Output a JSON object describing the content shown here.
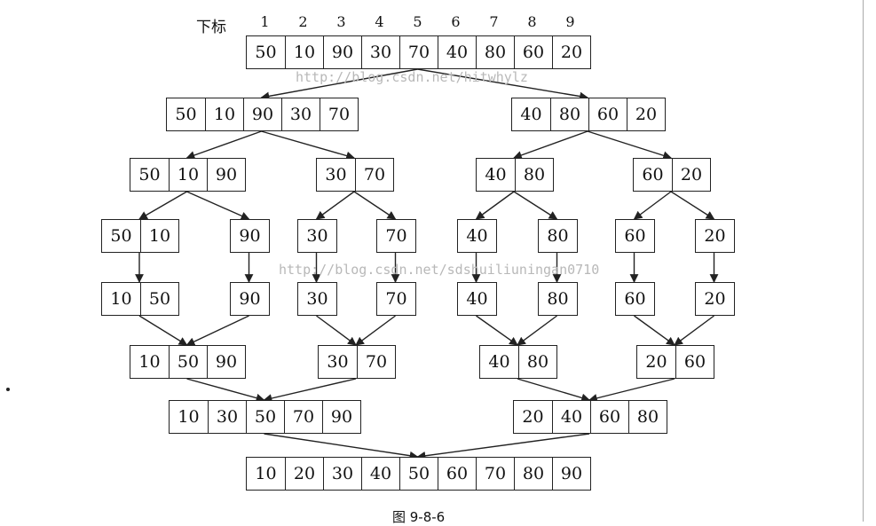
{
  "index_label": "下标",
  "indices": [
    "1",
    "2",
    "3",
    "4",
    "5",
    "6",
    "7",
    "8",
    "9"
  ],
  "watermarks": [
    "http://blog.csdn.net/hitwhylz",
    "http://blog.csdn.net/sdshuiliuningan0710"
  ],
  "caption": "图 9-8-6",
  "rows": [
    {
      "id": "r0",
      "values": [
        "50",
        "10",
        "90",
        "30",
        "70",
        "40",
        "80",
        "60",
        "20"
      ]
    },
    {
      "id": "r1a",
      "values": [
        "50",
        "10",
        "90",
        "30",
        "70"
      ]
    },
    {
      "id": "r1b",
      "values": [
        "40",
        "80",
        "60",
        "20"
      ]
    },
    {
      "id": "r2a",
      "values": [
        "50",
        "10",
        "90"
      ]
    },
    {
      "id": "r2b",
      "values": [
        "30",
        "70"
      ]
    },
    {
      "id": "r2c",
      "values": [
        "40",
        "80"
      ]
    },
    {
      "id": "r2d",
      "values": [
        "60",
        "20"
      ]
    },
    {
      "id": "r3a",
      "values": [
        "50",
        "10"
      ]
    },
    {
      "id": "r3b",
      "values": [
        "90"
      ]
    },
    {
      "id": "r3c",
      "values": [
        "30"
      ]
    },
    {
      "id": "r3d",
      "values": [
        "70"
      ]
    },
    {
      "id": "r3e",
      "values": [
        "40"
      ]
    },
    {
      "id": "r3f",
      "values": [
        "80"
      ]
    },
    {
      "id": "r3g",
      "values": [
        "60"
      ]
    },
    {
      "id": "r3h",
      "values": [
        "20"
      ]
    },
    {
      "id": "r4a",
      "values": [
        "10",
        "50"
      ]
    },
    {
      "id": "r4b",
      "values": [
        "90"
      ]
    },
    {
      "id": "r4c",
      "values": [
        "30"
      ]
    },
    {
      "id": "r4d",
      "values": [
        "70"
      ]
    },
    {
      "id": "r4e",
      "values": [
        "40"
      ]
    },
    {
      "id": "r4f",
      "values": [
        "80"
      ]
    },
    {
      "id": "r4g",
      "values": [
        "60"
      ]
    },
    {
      "id": "r4h",
      "values": [
        "20"
      ]
    },
    {
      "id": "r5a",
      "values": [
        "10",
        "50",
        "90"
      ]
    },
    {
      "id": "r5b",
      "values": [
        "30",
        "70"
      ]
    },
    {
      "id": "r5c",
      "values": [
        "40",
        "80"
      ]
    },
    {
      "id": "r5d",
      "values": [
        "20",
        "60"
      ]
    },
    {
      "id": "r6a",
      "values": [
        "10",
        "30",
        "50",
        "70",
        "90"
      ]
    },
    {
      "id": "r6b",
      "values": [
        "20",
        "40",
        "60",
        "80"
      ]
    },
    {
      "id": "r7",
      "values": [
        "10",
        "20",
        "30",
        "40",
        "50",
        "60",
        "70",
        "80",
        "90"
      ]
    }
  ],
  "edges": [
    [
      "r0",
      "r1a"
    ],
    [
      "r0",
      "r1b"
    ],
    [
      "r1a",
      "r2a"
    ],
    [
      "r1a",
      "r2b"
    ],
    [
      "r1b",
      "r2c"
    ],
    [
      "r1b",
      "r2d"
    ],
    [
      "r2a",
      "r3a"
    ],
    [
      "r2a",
      "r3b"
    ],
    [
      "r2b",
      "r3c"
    ],
    [
      "r2b",
      "r3d"
    ],
    [
      "r2c",
      "r3e"
    ],
    [
      "r2c",
      "r3f"
    ],
    [
      "r2d",
      "r3g"
    ],
    [
      "r2d",
      "r3h"
    ],
    [
      "r3a",
      "r4a"
    ],
    [
      "r3b",
      "r4b"
    ],
    [
      "r3c",
      "r4c"
    ],
    [
      "r3d",
      "r4d"
    ],
    [
      "r3e",
      "r4e"
    ],
    [
      "r3f",
      "r4f"
    ],
    [
      "r3g",
      "r4g"
    ],
    [
      "r3h",
      "r4h"
    ],
    [
      "r4a",
      "r5a"
    ],
    [
      "r4b",
      "r5a"
    ],
    [
      "r4c",
      "r5b"
    ],
    [
      "r4d",
      "r5b"
    ],
    [
      "r4e",
      "r5c"
    ],
    [
      "r4f",
      "r5c"
    ],
    [
      "r4g",
      "r5d"
    ],
    [
      "r4h",
      "r5d"
    ],
    [
      "r5a",
      "r6a"
    ],
    [
      "r5b",
      "r6a"
    ],
    [
      "r5c",
      "r6b"
    ],
    [
      "r5d",
      "r6b"
    ],
    [
      "r6a",
      "r7"
    ],
    [
      "r6b",
      "r7"
    ]
  ]
}
